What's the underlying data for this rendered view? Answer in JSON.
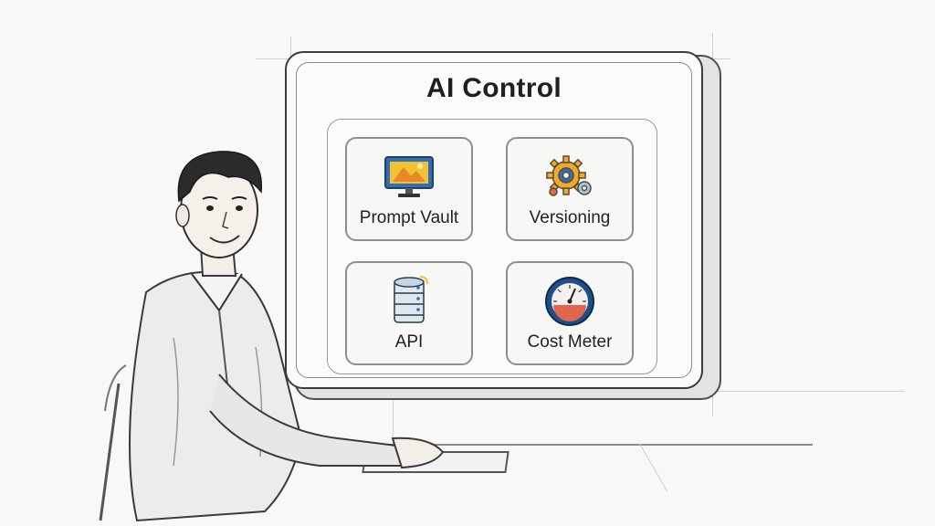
{
  "board": {
    "title": "AI Control",
    "tiles": [
      {
        "label": "Prompt Vault",
        "icon": "monitor-icon"
      },
      {
        "label": "Versioning",
        "icon": "gears-icon"
      },
      {
        "label": "API",
        "icon": "database-icon"
      },
      {
        "label": "Cost Meter",
        "icon": "gauge-icon"
      }
    ]
  },
  "colors": {
    "ink": "#222222",
    "board_fill": "#fbfbfa",
    "accent_blue": "#2f6fb5",
    "accent_yellow": "#f2c230",
    "accent_orange": "#e8862a",
    "accent_red": "#e06650"
  }
}
